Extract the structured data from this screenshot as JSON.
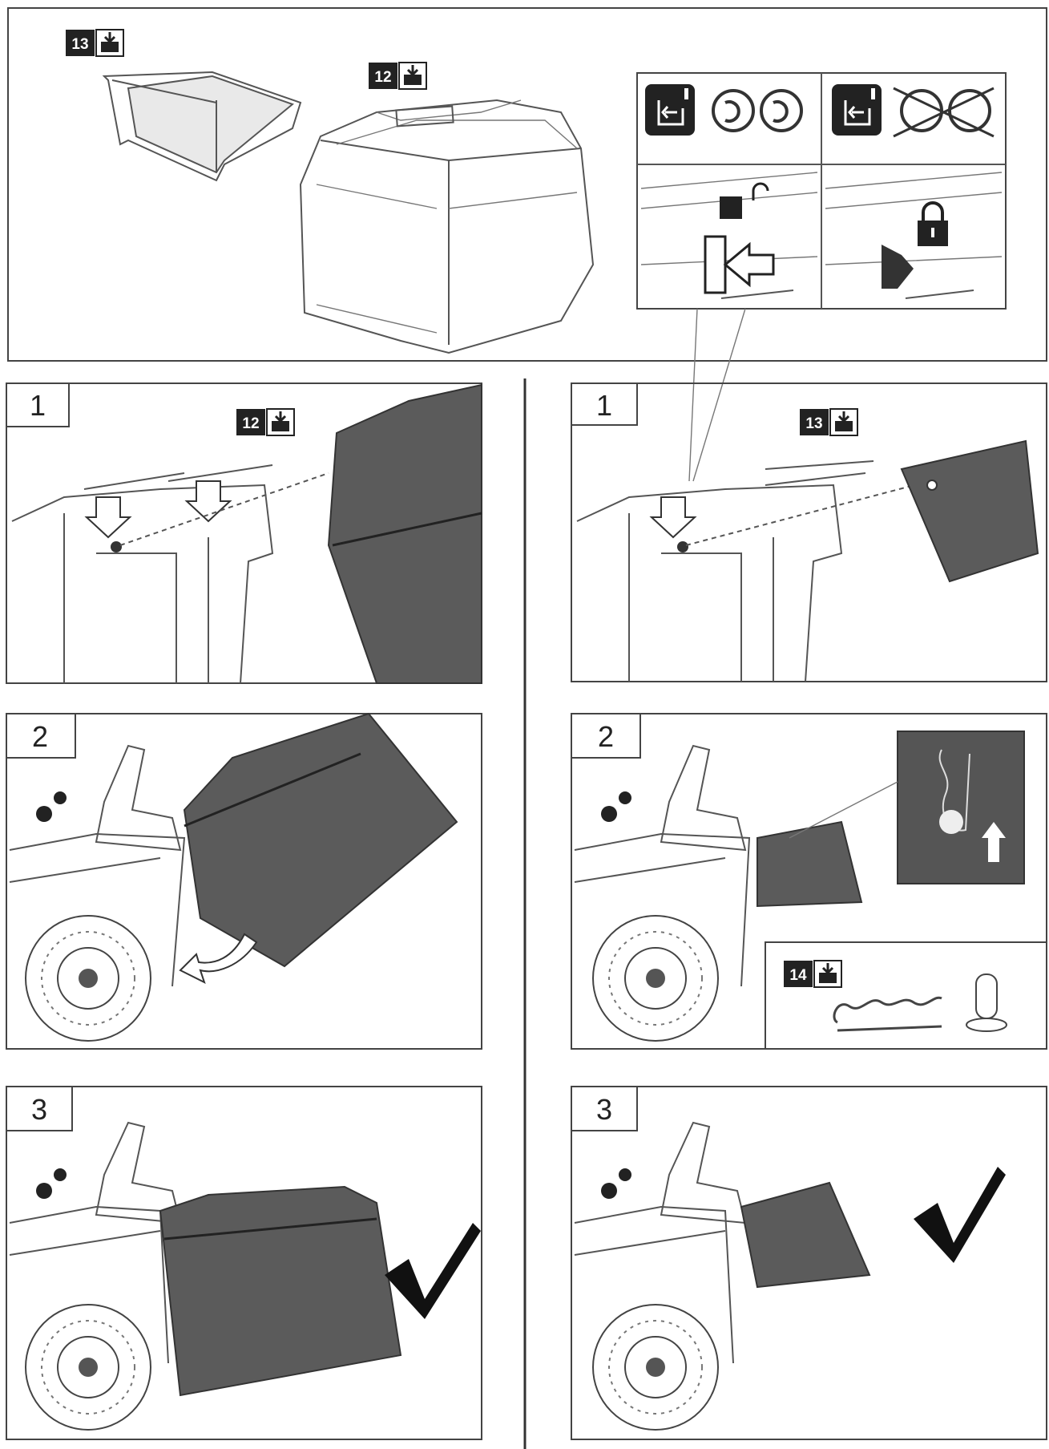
{
  "overview": {
    "badge_bag": "12",
    "badge_flap": "13"
  },
  "lock_legend": {
    "unlocked_label": "unlock-icon",
    "locked_label": "lock-icon"
  },
  "left_column": {
    "steps": [
      {
        "number": "1",
        "badge": "12"
      },
      {
        "number": "2"
      },
      {
        "number": "3"
      }
    ]
  },
  "right_column": {
    "steps": [
      {
        "number": "1",
        "badge": "13"
      },
      {
        "number": "2",
        "parts_badge": "14"
      },
      {
        "number": "3"
      }
    ]
  },
  "colors": {
    "panel_border": "#444444",
    "part_fill": "#5b5b5b",
    "badge_fill": "#222222"
  }
}
